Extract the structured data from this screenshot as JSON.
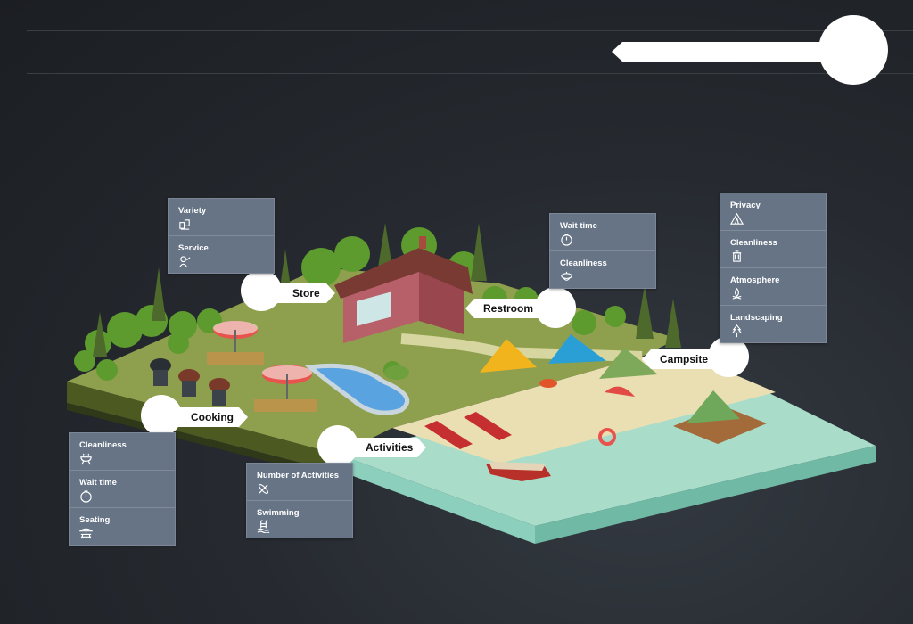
{
  "locations": {
    "store": {
      "label": "Store"
    },
    "restroom": {
      "label": "Restroom"
    },
    "campsite": {
      "label": "Campsite"
    },
    "cooking": {
      "label": "Cooking"
    },
    "activities": {
      "label": "Activities"
    }
  },
  "panels": {
    "store": [
      {
        "label": "Variety",
        "icon": "products-icon"
      },
      {
        "label": "Service",
        "icon": "service-icon"
      }
    ],
    "restroom": [
      {
        "label": "Wait time",
        "icon": "timer-icon"
      },
      {
        "label": "Cleanliness",
        "icon": "toilet-icon"
      }
    ],
    "campsite": [
      {
        "label": "Privacy",
        "icon": "tent-icon"
      },
      {
        "label": "Cleanliness",
        "icon": "trash-can-icon"
      },
      {
        "label": "Atmosphere",
        "icon": "campfire-icon"
      },
      {
        "label": "Landscaping",
        "icon": "pine-tree-icon"
      }
    ],
    "cooking": [
      {
        "label": "Cleanliness",
        "icon": "grill-icon"
      },
      {
        "label": "Wait time",
        "icon": "timer-icon"
      },
      {
        "label": "Seating",
        "icon": "picnic-table-icon"
      }
    ],
    "activities": [
      {
        "label": "Number of Activities",
        "icon": "kayak-icon"
      },
      {
        "label": "Swimming",
        "icon": "swimming-pool-icon"
      }
    ]
  },
  "colors": {
    "background": "#262a30",
    "panel": "#667486",
    "grass": "#8ea04e",
    "water": "#a9dcc9",
    "sand": "#eadfb2"
  }
}
